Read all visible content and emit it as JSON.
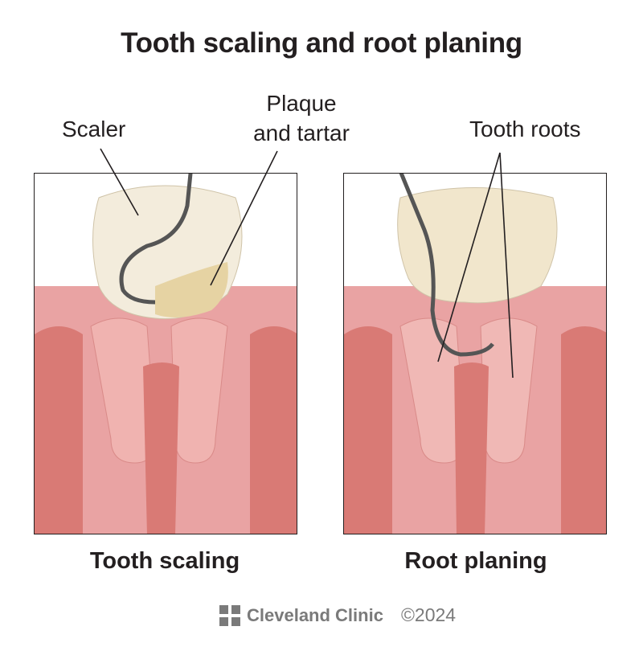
{
  "title": "Tooth scaling and root planing",
  "panels": [
    {
      "caption": "Tooth scaling",
      "labels": {
        "scaler": "Scaler",
        "plaque_line1": "Plaque",
        "plaque_line2": "and tartar"
      }
    },
    {
      "caption": "Root planing",
      "labels": {
        "roots": "Tooth roots"
      }
    }
  ],
  "footer": {
    "brand": "Cleveland Clinic",
    "copyright": "©2024",
    "logo_icon": "cleveland-clinic-cross-logo"
  },
  "colors": {
    "gum": "#e9a3a3",
    "bone": "#d97a75",
    "tooth": "#f3ecdc",
    "tartar": "#e6d3a3",
    "text": "#231f20",
    "footer": "#7a7a7a"
  }
}
